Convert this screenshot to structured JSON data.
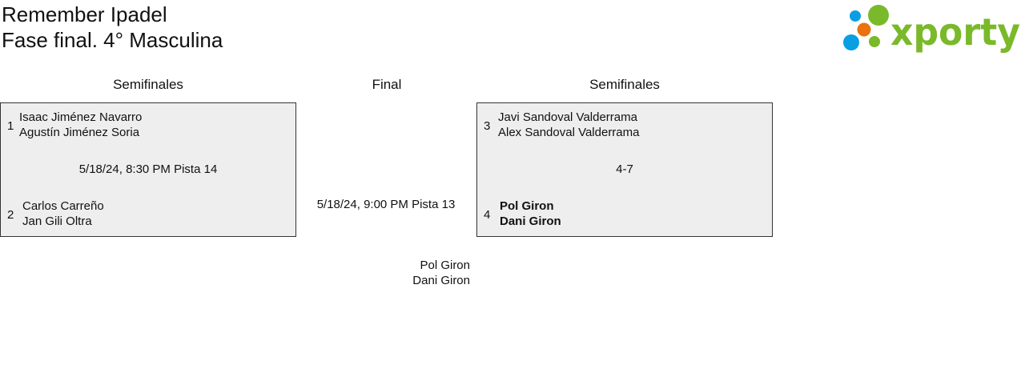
{
  "header": {
    "title": "Remember Ipadel",
    "subtitle": "Fase final. 4° Masculina",
    "logo_text": "xporty"
  },
  "columns": {
    "left": "Semifinales",
    "center": "Final",
    "right": "Semifinales"
  },
  "matches": [
    {
      "team1": {
        "seed": "1",
        "players": [
          "Isaac Jiménez Navarro",
          "Agustín Jiménez Soria"
        ]
      },
      "info": "5/18/24, 8:30 PM Pista 14",
      "team2": {
        "seed": "2",
        "players": [
          "Carlos Carreño",
          "Jan Gili Oltra"
        ]
      }
    },
    {
      "team1": {
        "seed": "3",
        "players": [
          "Javi Sandoval Valderrama",
          "Alex Sandoval Valderrama"
        ]
      },
      "info": "4-7",
      "team2": {
        "seed": "4",
        "players": [
          "Pol Giron",
          "Dani Giron"
        ]
      }
    }
  ],
  "final": {
    "info": "5/18/24, 9:00 PM Pista 13",
    "players": [
      "Pol Giron",
      "Dani Giron"
    ]
  },
  "colors": {
    "logo_green": "#7ab929",
    "logo_blue": "#0a9ee2",
    "logo_orange": "#e8730f"
  }
}
